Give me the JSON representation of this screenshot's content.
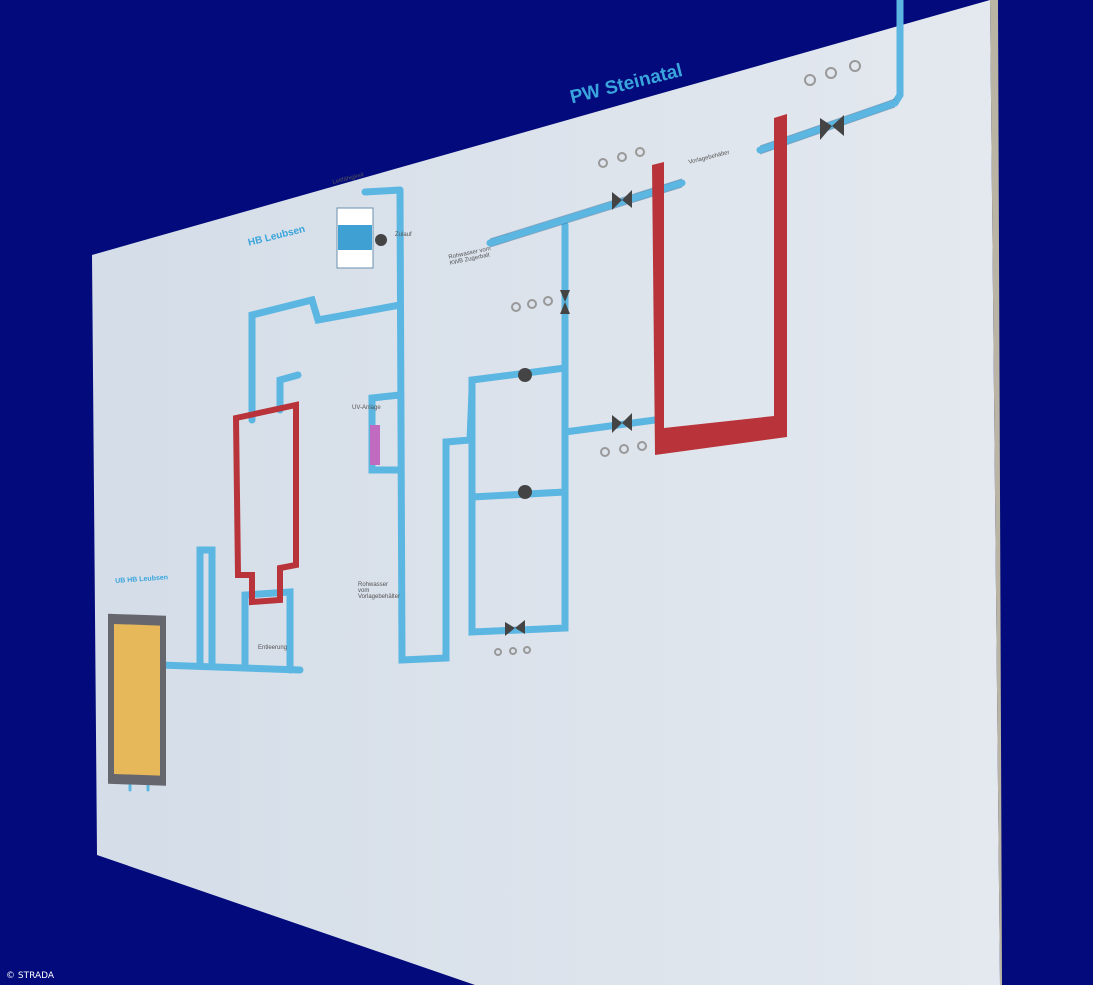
{
  "diagram": {
    "title_main": "PW Steinatal",
    "title_left": "HB Leubsen",
    "title_bottom_left": "UB HB Leubsen",
    "label_tank": "Vorlagebehälter",
    "label_inflow": "Rohwasser vom KWB Zugerbalt",
    "label_return": "Rohwasser vom Vorlagebehälter",
    "label_uv": "UV-Anlage",
    "label_level": "Leitfähigkeit",
    "label_feed": "Zulauf",
    "label_drain": "Entleerung"
  },
  "colors": {
    "background": "#020a7c",
    "panel": "#dde4ec",
    "pipe": "#5cb6e2",
    "tank": "#b8343a",
    "basin": "#e7b85a"
  },
  "credit": "© STRADA"
}
